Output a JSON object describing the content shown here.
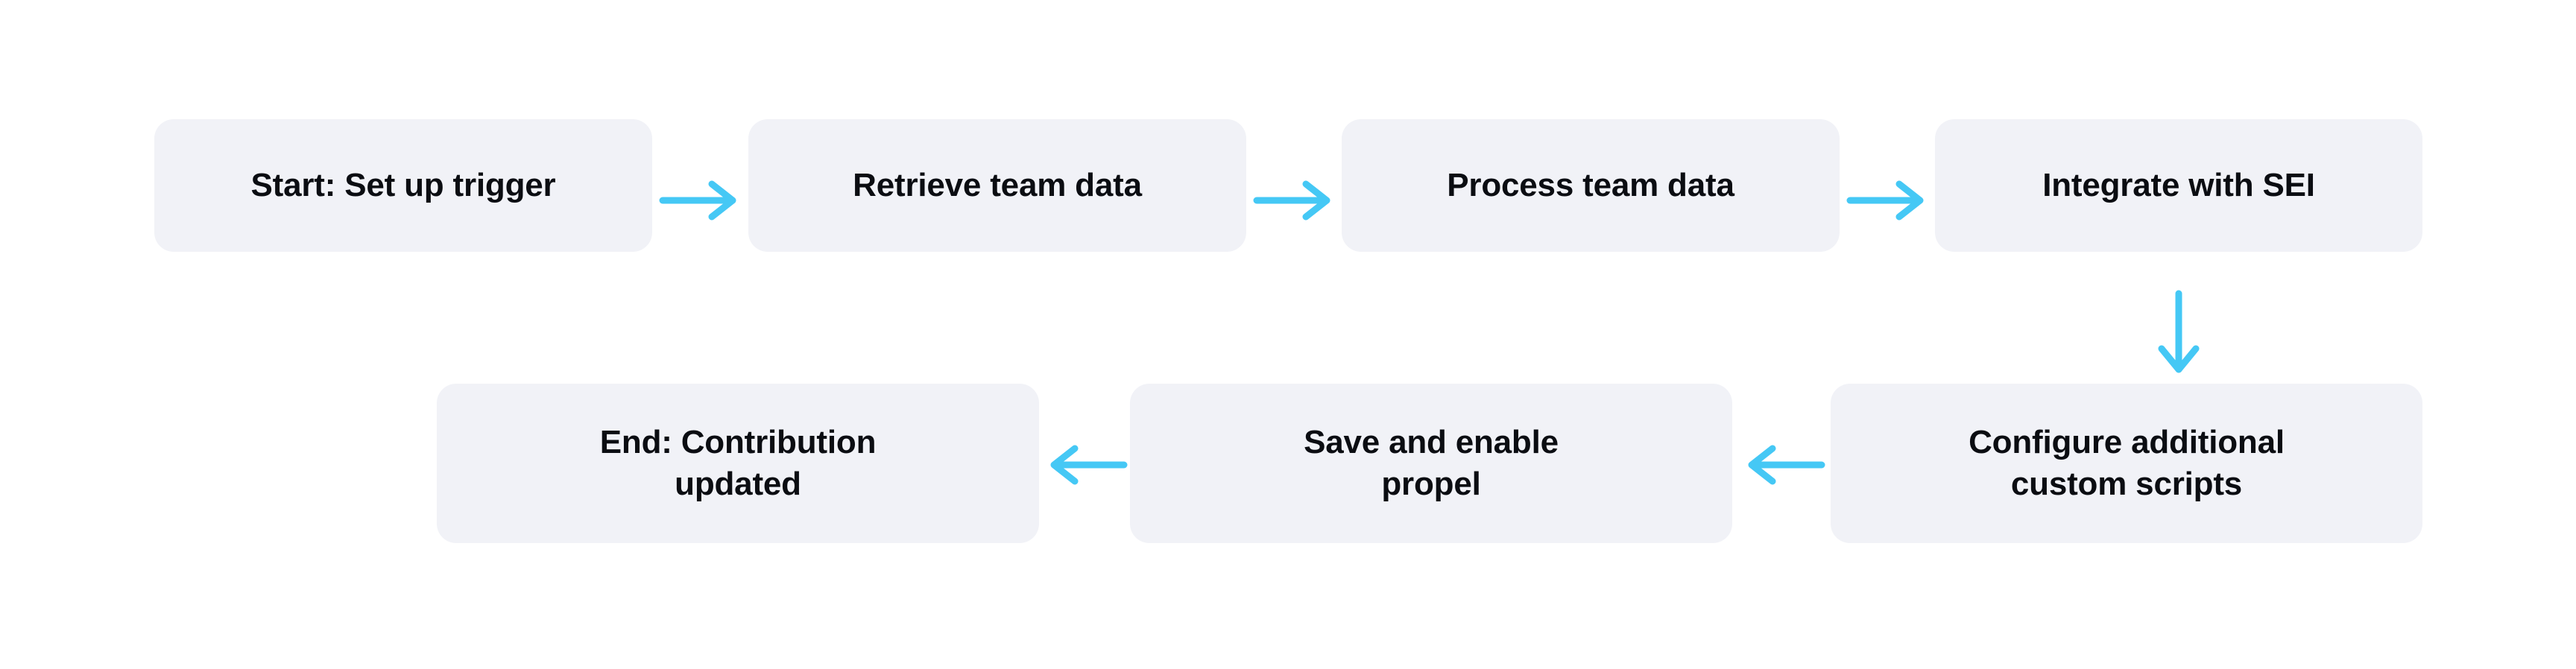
{
  "diagram": {
    "type": "flowchart",
    "title": "",
    "background_color": "#ffffff",
    "node_fill_color": "#f1f2f7",
    "node_text_color": "#0b0d12",
    "arrow_color": "#45c8f5",
    "nodes": [
      {
        "id": "start",
        "label": "Start: Set up trigger",
        "row": 1,
        "order": 1
      },
      {
        "id": "retrieve",
        "label": "Retrieve team data",
        "row": 1,
        "order": 2
      },
      {
        "id": "process",
        "label": "Process team data",
        "row": 1,
        "order": 3
      },
      {
        "id": "integrate",
        "label": "Integrate with SEI",
        "row": 1,
        "order": 4
      },
      {
        "id": "configure",
        "label": "Configure additional\ncustom scripts",
        "row": 2,
        "order": 1
      },
      {
        "id": "save",
        "label": "Save and enable\npropel",
        "row": 2,
        "order": 2
      },
      {
        "id": "end",
        "label": "End: Contribution\nupdated",
        "row": 2,
        "order": 3
      }
    ],
    "edges": [
      {
        "from": "start",
        "to": "retrieve",
        "direction": "right"
      },
      {
        "from": "retrieve",
        "to": "process",
        "direction": "right"
      },
      {
        "from": "process",
        "to": "integrate",
        "direction": "right"
      },
      {
        "from": "integrate",
        "to": "configure",
        "direction": "down"
      },
      {
        "from": "configure",
        "to": "save",
        "direction": "left"
      },
      {
        "from": "save",
        "to": "end",
        "direction": "left"
      }
    ]
  }
}
